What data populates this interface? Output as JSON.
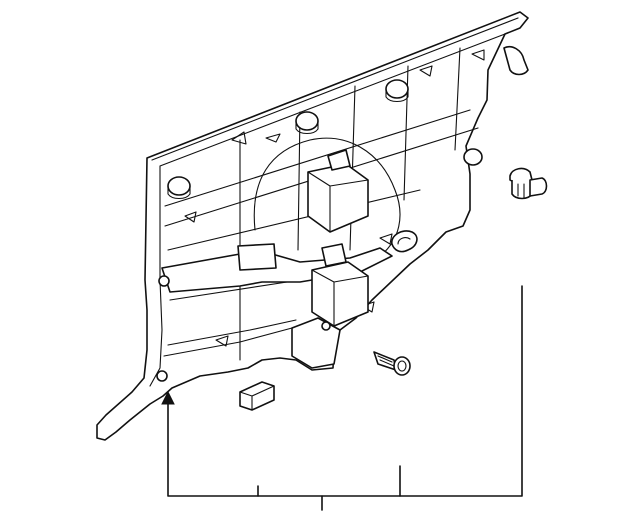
{
  "diagram": {
    "parts": [
      {
        "id": "trim-panel",
        "icon": "quarter-trim-panel-drawing"
      },
      {
        "id": "push-clip",
        "icon": "push-clip-drawing"
      },
      {
        "id": "screw",
        "icon": "screw-drawing"
      },
      {
        "id": "small-clip",
        "icon": "retainer-clip-drawing"
      }
    ],
    "callouts": [],
    "line_color": "#111111",
    "background": "#ffffff"
  }
}
